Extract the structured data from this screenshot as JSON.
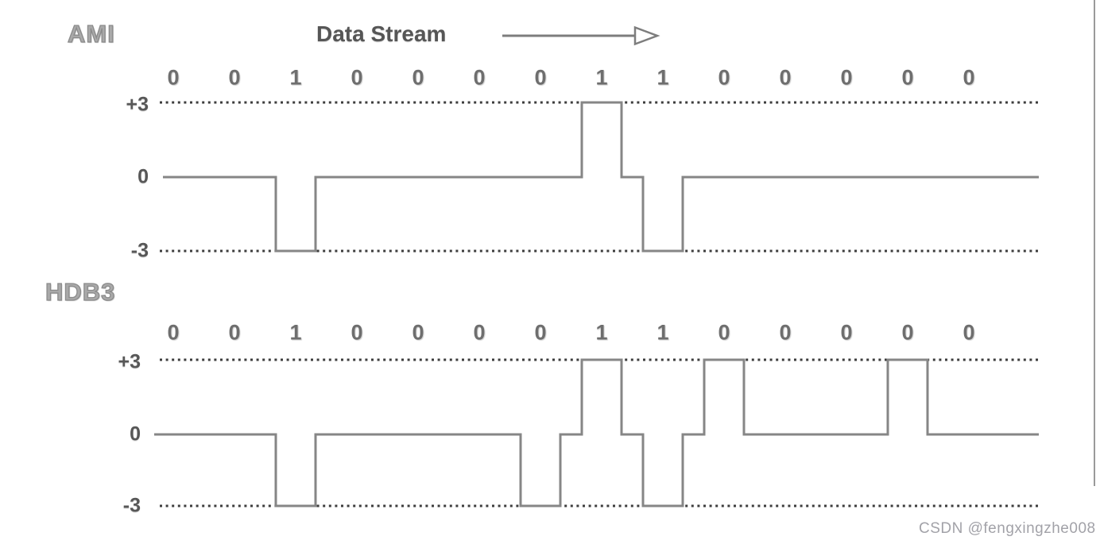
{
  "header": {
    "data_stream_label": "Data Stream"
  },
  "watermark": "CSDN @fengxingzhe008",
  "colors": {
    "waveform": "#868686",
    "dotted_line": "#3d3d3d",
    "arrow": "#7d7d7d",
    "section_label": "#a9a9a9",
    "tick_label": "#575757",
    "bit_label": "#6e6e6e",
    "watermark": "#a2a2a8"
  },
  "chart_data": [
    {
      "type": "line",
      "title": "AMI",
      "subtitle": "AMI line-coded waveform of the data stream",
      "categories": [
        "0",
        "0",
        "1",
        "0",
        "0",
        "0",
        "0",
        "1",
        "1",
        "0",
        "0",
        "0",
        "0",
        "0"
      ],
      "values": [
        0,
        0,
        -3,
        0,
        0,
        0,
        0,
        3,
        -3,
        0,
        0,
        0,
        0,
        0
      ],
      "y_ticks": [
        "+3",
        "0",
        "-3"
      ],
      "ylim": [
        -3,
        3
      ],
      "grid": "dotted horizontal lines at +3 and -3",
      "legend": "none"
    },
    {
      "type": "line",
      "title": "HDB3",
      "subtitle": "HDB3 line-coded waveform of the same data stream (000V and B00V substitutions)",
      "categories": [
        "0",
        "0",
        "1",
        "0",
        "0",
        "0",
        "0",
        "1",
        "1",
        "0",
        "0",
        "0",
        "0",
        "0"
      ],
      "values": [
        0,
        0,
        -3,
        0,
        0,
        0,
        -3,
        3,
        -3,
        3,
        0,
        0,
        3,
        0
      ],
      "y_ticks": [
        "+3",
        "0",
        "-3"
      ],
      "ylim": [
        -3,
        3
      ],
      "grid": "dotted horizontal lines at +3 and -3",
      "legend": "none"
    }
  ]
}
